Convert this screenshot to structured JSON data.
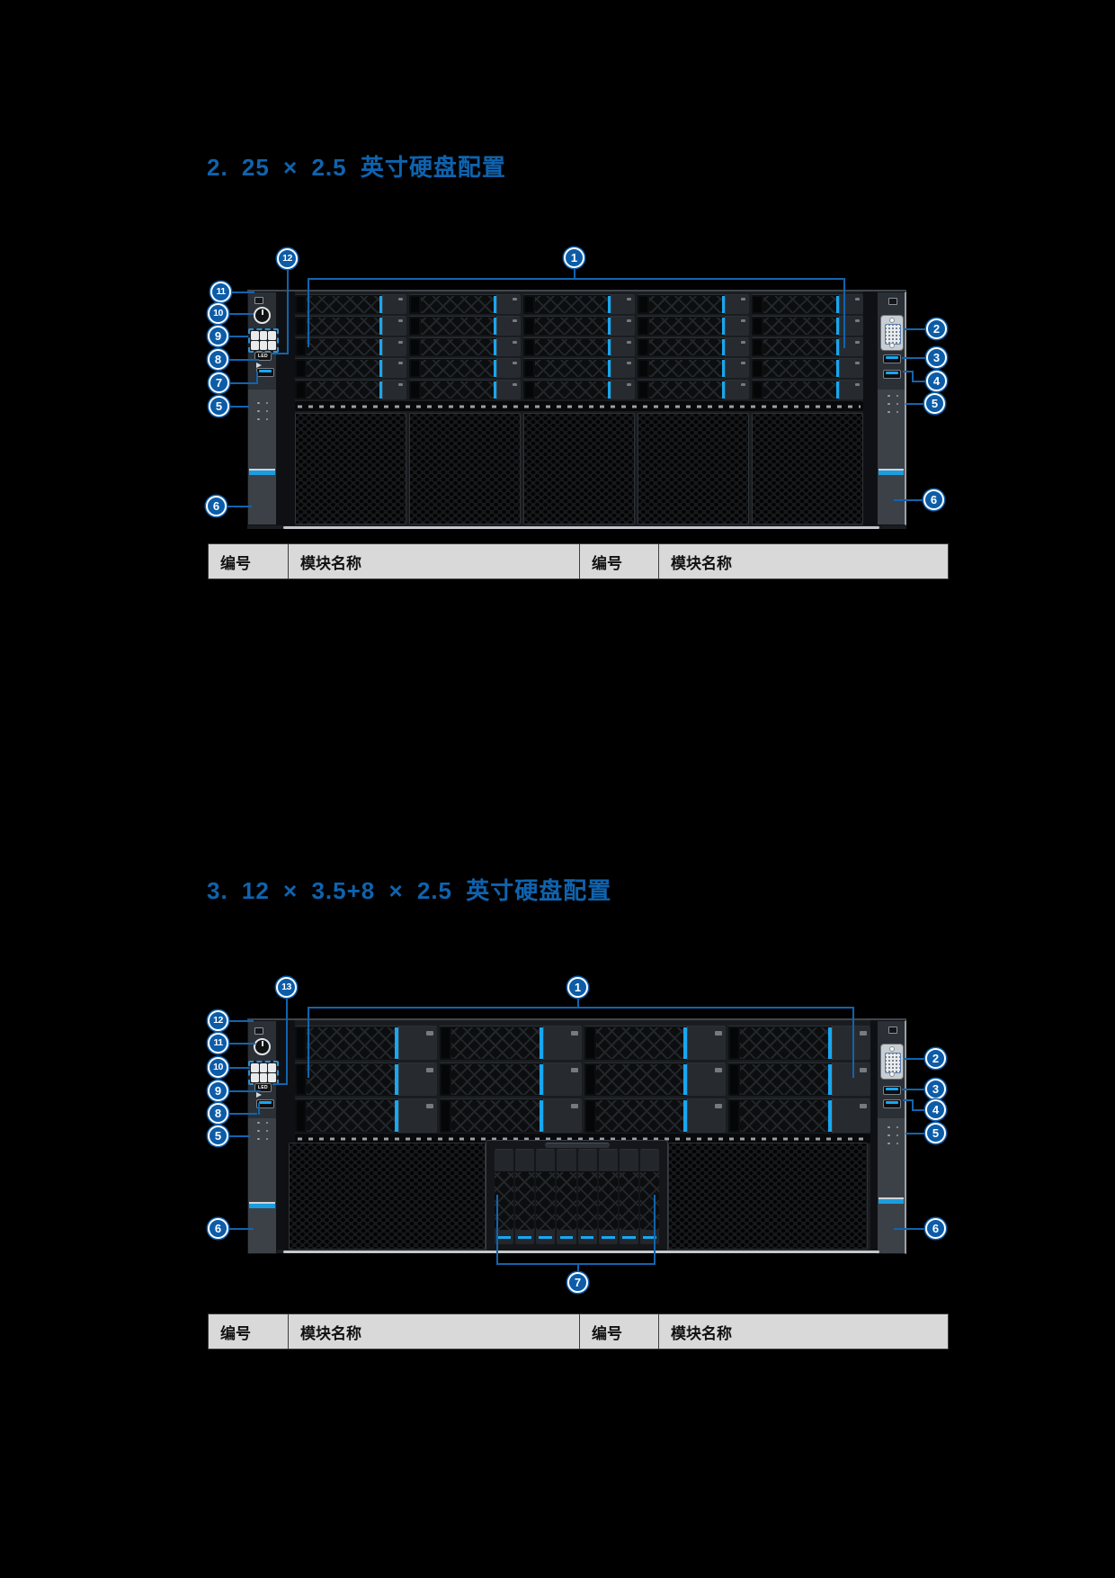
{
  "headings": {
    "config_25x25": "2. 25 × 2.5 英寸硬盘配置",
    "config_12x35_8x25": "3. 12 × 3.5+8 × 2.5 英寸硬盘配置"
  },
  "tables": {
    "table1": {
      "headers": [
        "编号",
        "模块名称",
        "编号",
        "模块名称"
      ]
    },
    "table2": {
      "headers": [
        "编号",
        "模块名称",
        "编号",
        "模块名称"
      ]
    }
  },
  "callout_labels": {
    "n1": "1",
    "n2": "2",
    "n3": "3",
    "n4": "4",
    "n5": "5",
    "n6": "6",
    "n7": "7",
    "n8": "8",
    "n9": "9",
    "n10": "10",
    "n11": "11",
    "n12": "12",
    "n13": "13"
  },
  "front_panel": {
    "led_button_label": "LED"
  },
  "icons": {
    "power": "power-button-icon",
    "led_panel": "status-led-panel-icon",
    "usb": "usb-port-icon",
    "vga": "vga-port-icon",
    "pinhole": "pinhole-button-icon",
    "indicator": "indicator-arrow-icon"
  },
  "colors": {
    "heading": "#0f63ae",
    "callout": "#0d5ca8",
    "leader": "#1264ad",
    "led_bar": "#18a7f0",
    "table_header_bg": "#d9d9d9"
  }
}
